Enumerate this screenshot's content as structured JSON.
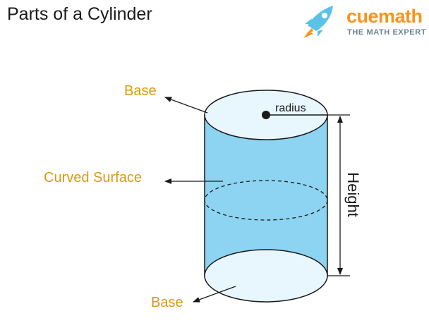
{
  "title": "Parts of a Cylinder",
  "logo": {
    "name": "cuemath",
    "tagline": "THE MATH EXPERT",
    "icon": "rocket-icon"
  },
  "labels": {
    "base_top": "Base",
    "curved_surface": "Curved Surface",
    "base_bottom": "Base",
    "radius": "radius",
    "height": "Height"
  },
  "colors": {
    "cylinder_body": "#8dd3f2",
    "cylinder_caps": "#e8f6fd",
    "outline": "#1a1a1a",
    "label_text": "#d99a0e",
    "logo_orange": "#f7941d",
    "logo_blue": "#5bc2e7",
    "logo_gray": "#6e7f93"
  }
}
